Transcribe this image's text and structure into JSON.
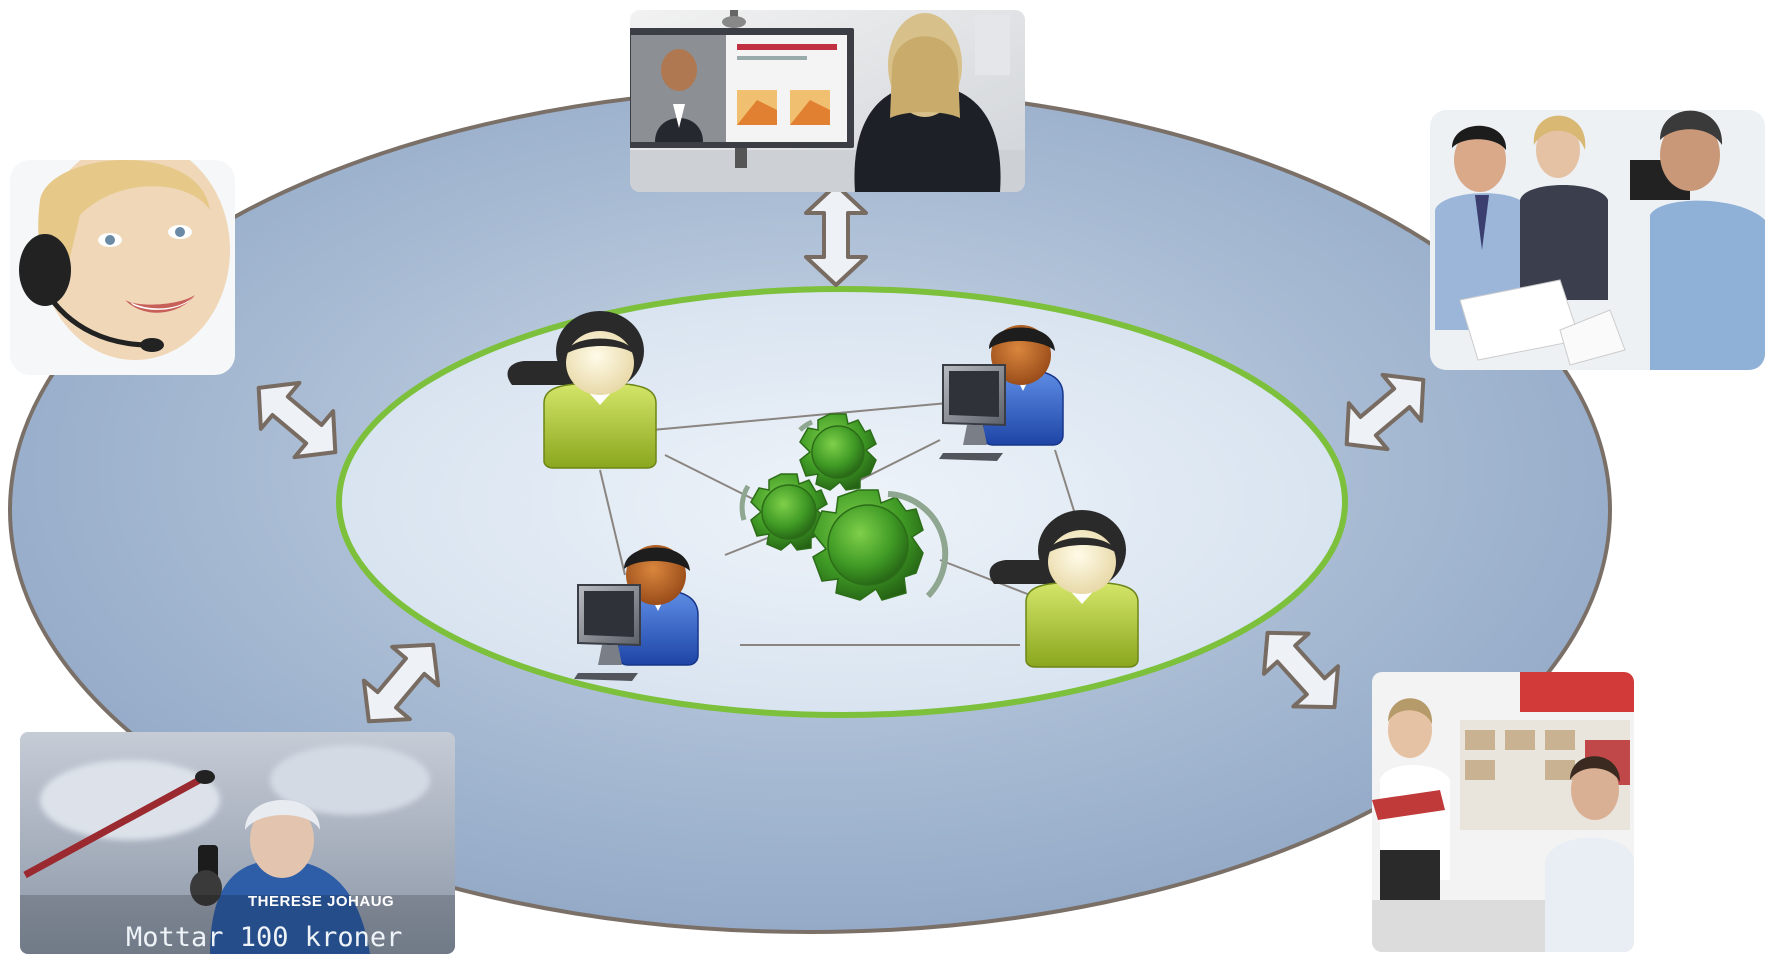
{
  "diagram": {
    "colors": {
      "outer_ring": "#93aac9",
      "outer_ring_center": "#c3d2e3",
      "outer_ring_stroke": "#7a7068",
      "inner_ellipse": "#dfe8f2",
      "inner_ellipse_stroke": "#7dc03c",
      "gear": "#3f9a25",
      "person_green": "#a8c33a",
      "person_blue": "#2f5fc4",
      "arrow_fill": "#eef1f6",
      "arrow_stroke": "#786c62"
    },
    "photos": [
      {
        "id": "video-conference",
        "caption_name": "",
        "caption_text": ""
      },
      {
        "id": "call-center-agent",
        "caption_name": "",
        "caption_text": ""
      },
      {
        "id": "business-meeting",
        "caption_name": "",
        "caption_text": ""
      },
      {
        "id": "mobile-broadcast",
        "caption_name": "THERESE JOHAUG",
        "caption_text": "Mottar 100 kroner"
      },
      {
        "id": "retail-counter",
        "caption_name": "",
        "caption_text": ""
      }
    ],
    "icons": [
      "female-user-icon",
      "male-user-computer-icon",
      "male-user-computer-icon",
      "female-user-icon",
      "gears-icon"
    ]
  }
}
